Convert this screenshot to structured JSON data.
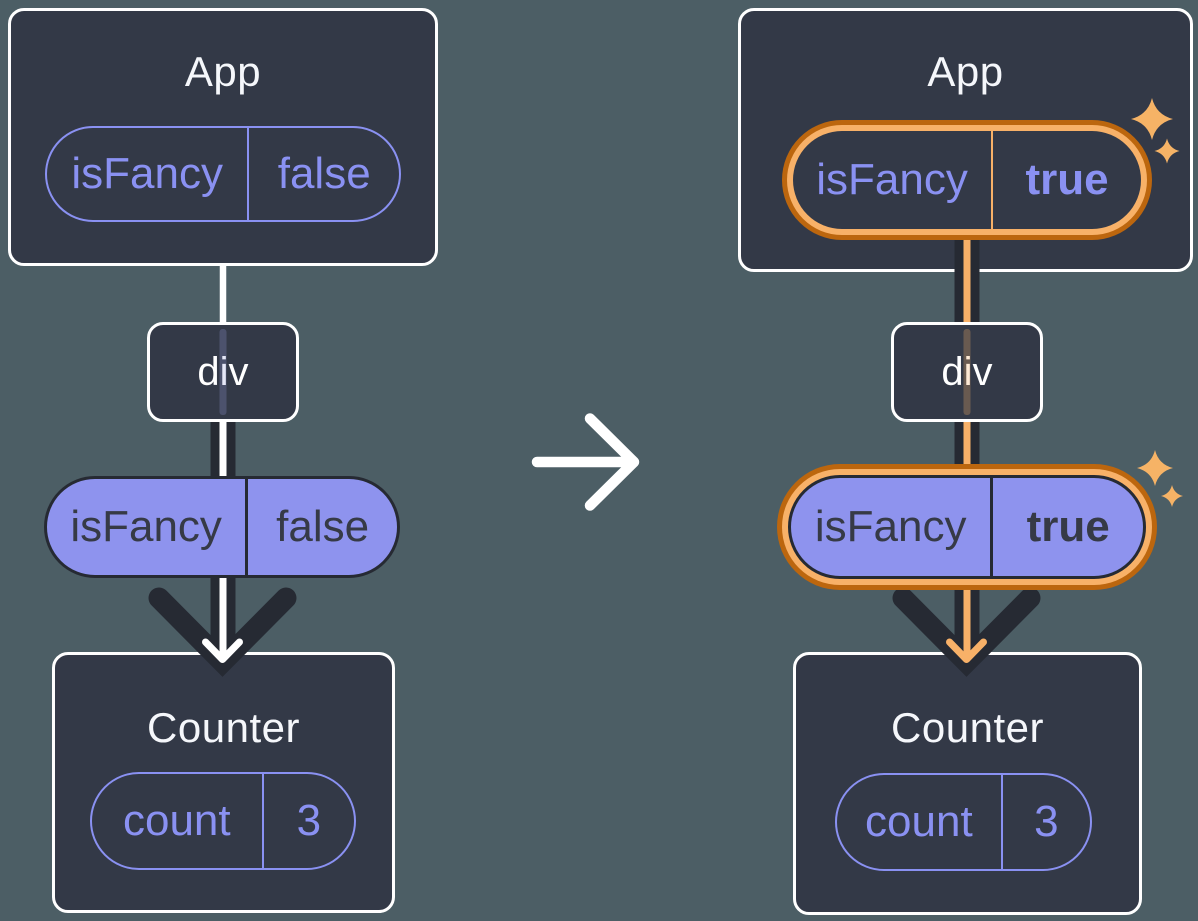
{
  "colors": {
    "page-bg": "#4c5e65",
    "card-bg": "#333947",
    "card-border": "#ffffff",
    "purple": "#8a91f2",
    "purple-fill": "#8e93ee",
    "ink": "#262a33",
    "dark-text": "#363a46",
    "orange-outer": "#bc660e",
    "orange-light": "#f8b168",
    "sparkle": "#f6b366",
    "title-text": "#f5f7fb"
  },
  "icons": {
    "transform-arrow": "→",
    "flow-arrow": "↓",
    "sparkle": "✦"
  },
  "before": {
    "app": {
      "title": "App",
      "prop": {
        "name": "isFancy",
        "value": "false"
      }
    },
    "middle": {
      "label": "div"
    },
    "passed_prop": {
      "name": "isFancy",
      "value": "false"
    },
    "counter": {
      "title": "Counter",
      "state": {
        "name": "count",
        "value": "3"
      }
    }
  },
  "after": {
    "app": {
      "title": "App",
      "prop": {
        "name": "isFancy",
        "value": "true"
      }
    },
    "middle": {
      "label": "div"
    },
    "passed_prop": {
      "name": "isFancy",
      "value": "true"
    },
    "counter": {
      "title": "Counter",
      "state": {
        "name": "count",
        "value": "3"
      }
    }
  }
}
